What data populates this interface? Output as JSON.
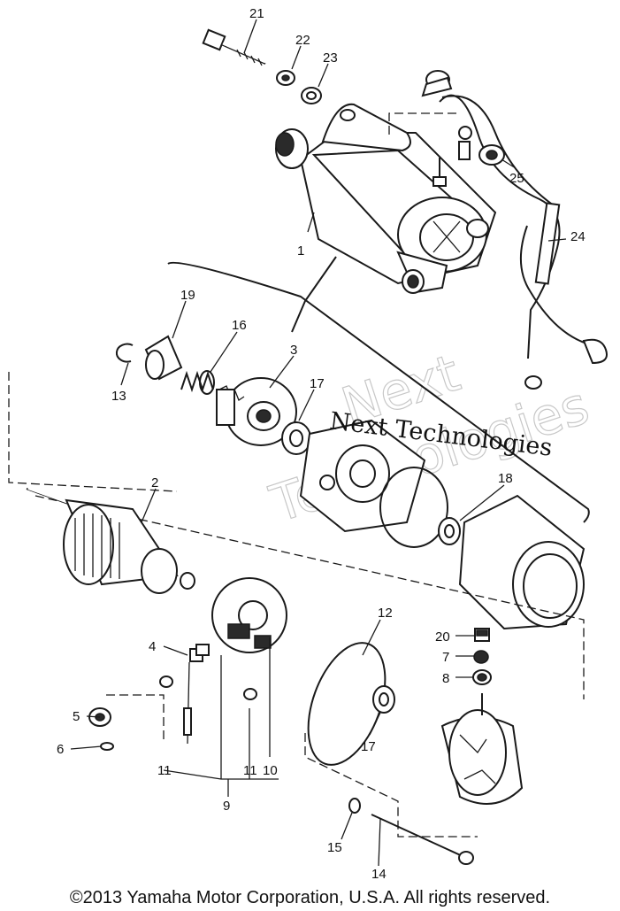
{
  "diagram": {
    "callouts": {
      "p1": "1",
      "p2": "2",
      "p3": "3",
      "p4": "4",
      "p5": "5",
      "p6": "6",
      "p7": "7",
      "p8": "8",
      "p9": "9",
      "p10": "10",
      "p11a": "11",
      "p11b": "11",
      "p12": "12",
      "p13": "13",
      "p14": "14",
      "p15": "15",
      "p16": "16",
      "p17a": "17",
      "p17b": "17",
      "p18": "18",
      "p19": "19",
      "p20": "20",
      "p21": "21",
      "p22": "22",
      "p23": "23",
      "p24": "24",
      "p25": "25"
    },
    "watermark": {
      "line1": "Next",
      "line2": "Technologies",
      "overlay": "Next Technologies"
    }
  },
  "footer": {
    "copyright": "©2013 Yamaha Motor Corporation, U.S.A. All rights reserved."
  }
}
